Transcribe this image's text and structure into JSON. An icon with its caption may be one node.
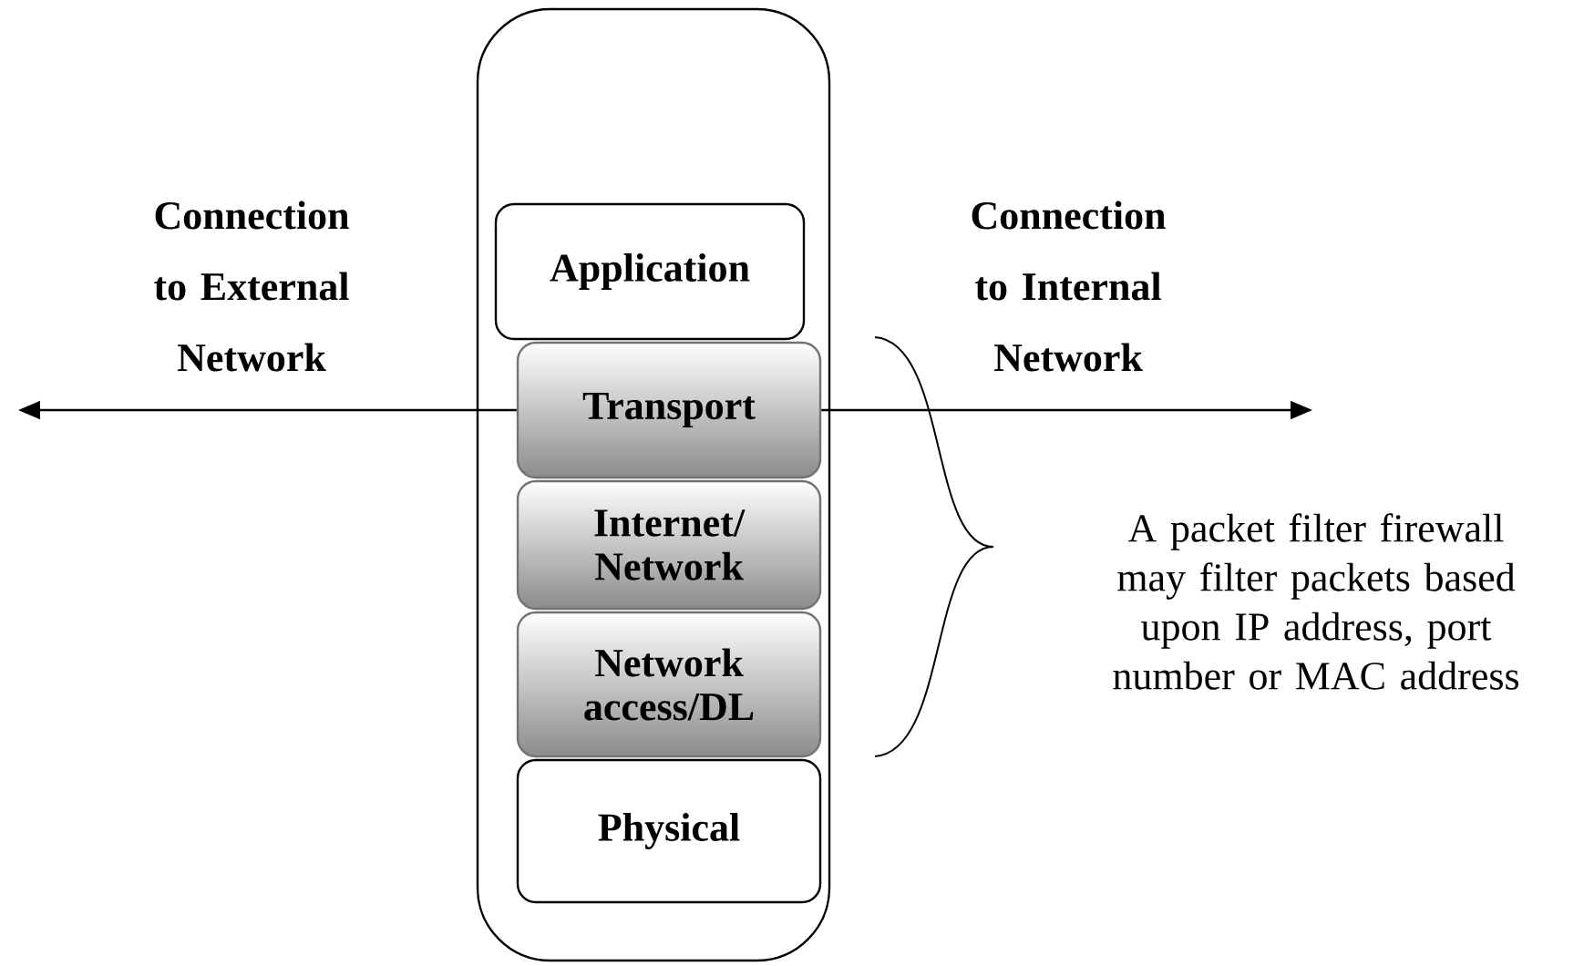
{
  "diagram": {
    "nodes": [
      {
        "text": [],
        "shape": "box"
      },
      {
        "text": [
          "Application"
        ],
        "in": 0
      },
      {
        "text": [
          "Transport"
        ],
        "in": 0
      },
      {
        "text": [
          "Internet/ Network"
        ],
        "in": 0
      },
      {
        "text": [
          "Network access/DL"
        ],
        "in": 0
      },
      {
        "text": [
          "Physical"
        ],
        "in": 0
      }
    ],
    "edges": [
      {
        "from": 2,
        "to": null,
        "arrow": "to"
      },
      {
        "from": 2,
        "to": null,
        "arrow": "to"
      }
    ],
    "labels": [
      "Connection to External Network",
      "Connection to Internal Network",
      "A packet filter firewall may filter packets based upon IP address, port number or MAC address"
    ]
  }
}
